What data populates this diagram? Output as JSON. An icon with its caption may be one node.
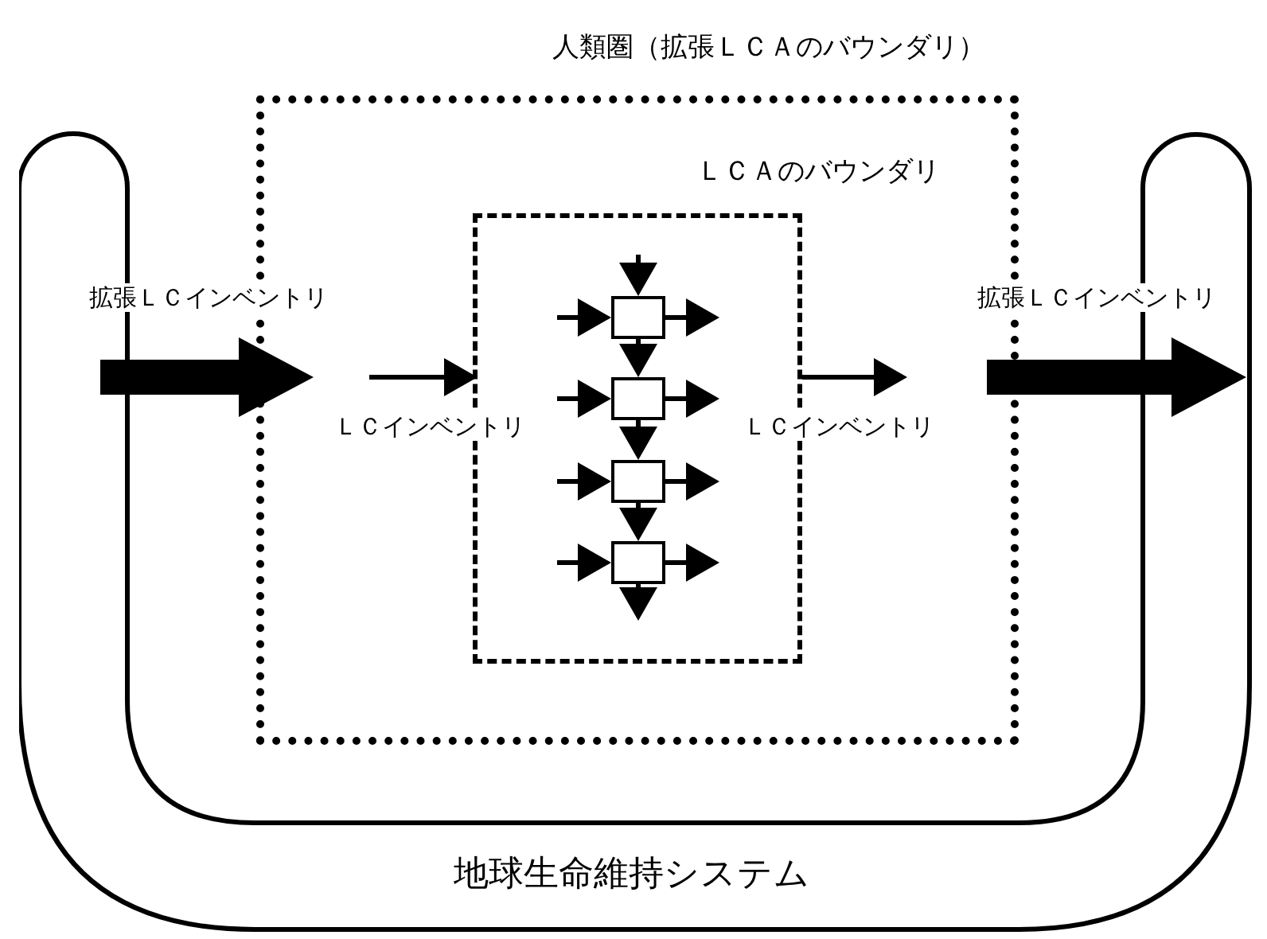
{
  "diagram": {
    "nodes": [
      {
        "text": [
          "地球生命維持システム"
        ]
      },
      {
        "text": [
          "人類圏（拡張ＬＣＡのバウンダリ）"
        ]
      },
      {
        "text": [
          "ＬＣＡのバウンダリ"
        ],
        "in": 1
      },
      {
        "text": [],
        "shape": "box",
        "in": 2
      },
      {
        "text": [],
        "shape": "box",
        "in": 2
      },
      {
        "text": [],
        "shape": "box",
        "in": 2
      },
      {
        "text": [],
        "shape": "box",
        "in": 2
      }
    ],
    "edges": [
      {
        "from": 0,
        "to": 1,
        "arrow": "to",
        "label": "拡張ＬＣインベントリ",
        "style": "thick"
      },
      {
        "from": null,
        "to": 2,
        "arrow": "to",
        "label": "ＬＣインベントリ"
      },
      {
        "from": 2,
        "to": null,
        "arrow": "to",
        "label": "ＬＣインベントリ"
      },
      {
        "from": 1,
        "to": 0,
        "arrow": "to",
        "label": "拡張ＬＣインベントリ",
        "style": "thick"
      },
      {
        "from": null,
        "to": 3,
        "arrow": "to"
      },
      {
        "from": 3,
        "to": 4,
        "arrow": "to"
      },
      {
        "from": 4,
        "to": 5,
        "arrow": "to"
      },
      {
        "from": 5,
        "to": 6,
        "arrow": "to"
      },
      {
        "from": 6,
        "to": null,
        "arrow": "to"
      },
      {
        "from": null,
        "to": 3,
        "arrow": "to"
      },
      {
        "from": null,
        "to": 4,
        "arrow": "to"
      },
      {
        "from": null,
        "to": 5,
        "arrow": "to"
      },
      {
        "from": null,
        "to": 6,
        "arrow": "to"
      },
      {
        "from": 3,
        "to": null,
        "arrow": "to"
      },
      {
        "from": 4,
        "to": null,
        "arrow": "to"
      },
      {
        "from": 5,
        "to": null,
        "arrow": "to"
      },
      {
        "from": 6,
        "to": null,
        "arrow": "to"
      }
    ]
  }
}
